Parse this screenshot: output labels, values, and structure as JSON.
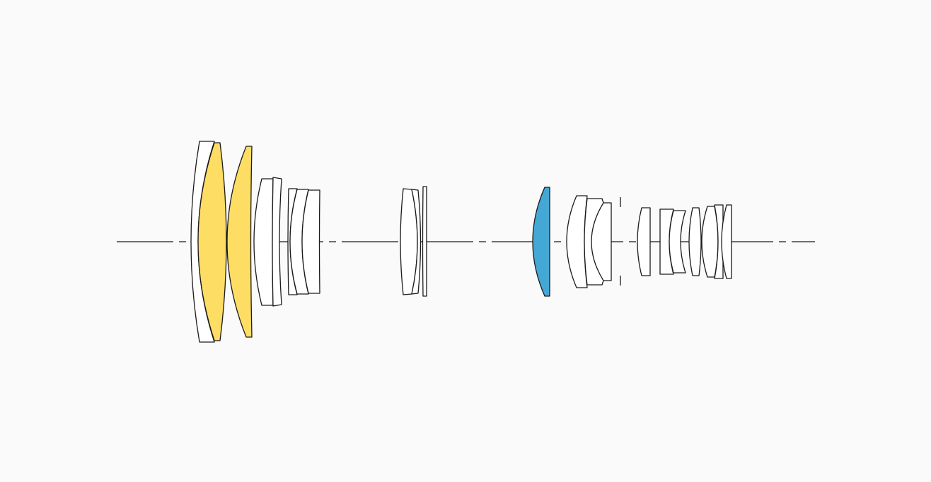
{
  "diagram": {
    "type": "lens-construction",
    "colors": {
      "background": "#fafafa",
      "outline": "#1a1a1a",
      "standard_element": "#ffffff",
      "special_element_a": "#fddd63",
      "special_element_b": "#43a8d6"
    },
    "elements": [
      {
        "group": 1,
        "kind": "standard"
      },
      {
        "group": 1,
        "kind": "special_a"
      },
      {
        "group": 1,
        "kind": "special_a"
      },
      {
        "group": 1,
        "kind": "standard"
      },
      {
        "group": 1,
        "kind": "standard"
      },
      {
        "group": 1,
        "kind": "standard"
      },
      {
        "group": 1,
        "kind": "standard"
      },
      {
        "group": 1,
        "kind": "standard"
      },
      {
        "group": 2,
        "kind": "standard"
      },
      {
        "group": 2,
        "kind": "standard"
      },
      {
        "group": 3,
        "kind": "special_b"
      },
      {
        "group": 3,
        "kind": "standard"
      },
      {
        "group": 3,
        "kind": "standard"
      },
      {
        "group": 3,
        "kind": "standard"
      },
      {
        "group": 4,
        "kind": "standard"
      },
      {
        "group": 4,
        "kind": "standard"
      },
      {
        "group": 4,
        "kind": "standard"
      },
      {
        "group": 4,
        "kind": "standard"
      },
      {
        "group": 4,
        "kind": "standard"
      },
      {
        "group": 4,
        "kind": "standard"
      },
      {
        "group": 4,
        "kind": "standard"
      }
    ]
  }
}
